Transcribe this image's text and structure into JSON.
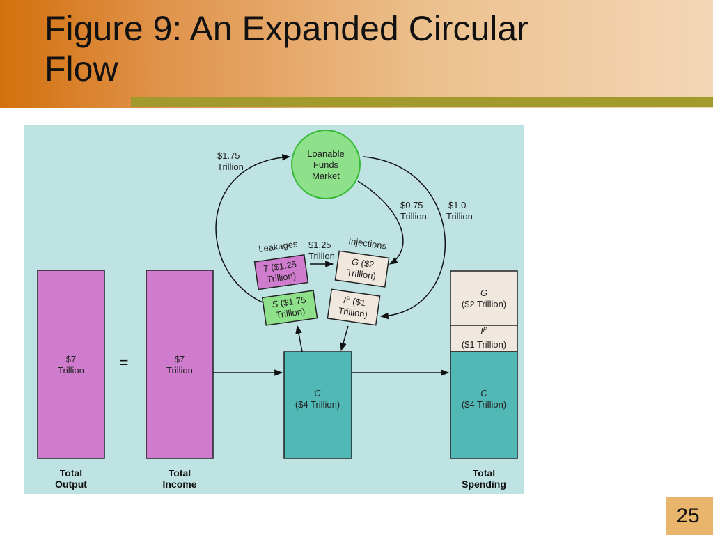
{
  "slide": {
    "title_line1": "Figure 9:  An Expanded Circular",
    "title_line2": "Flow",
    "page_number": "25"
  },
  "colors": {
    "background": "#bfe3e3",
    "income_bars": "#cf7ccf",
    "consumption": "#52b8b5",
    "taxes": "#cf7ccf",
    "savings": "#8fe08a",
    "loanable_funds": "#8fe08a",
    "injections": "#f0e7df"
  },
  "diagram": {
    "total_output_value": "$7",
    "total_output_unit": "Trillion",
    "total_output_label_1": "Total",
    "total_output_label_2": "Output",
    "equals": "=",
    "total_income_value": "$7",
    "total_income_unit": "Trillion",
    "total_income_label_1": "Total",
    "total_income_label_2": "Income",
    "consumption_letter": "C",
    "consumption_amount": "($4 Trillion)",
    "spending_g_letter": "G",
    "spending_g_amount": "($2 Trillion)",
    "spending_ip_letter": "I",
    "spending_ip_sup": "P",
    "spending_ip_amount": "($1 Trillion)",
    "spending_c_letter": "C",
    "spending_c_amount": "($4 Trillion)",
    "total_spending_label_1": "Total",
    "total_spending_label_2": "Spending",
    "loanable_line1": "Loanable",
    "loanable_line2": "Funds",
    "loanable_line3": "Market",
    "flow_savings_value": "$1.75",
    "flow_savings_unit": "Trillion",
    "flow_gov_borrow_value": "$0.75",
    "flow_gov_borrow_unit": "Trillion",
    "flow_investment_value": "$1.0",
    "flow_investment_unit": "Trillion",
    "flow_tax_value": "$1.25",
    "flow_tax_unit": "Trillion",
    "leakages_label": "Leakages",
    "injections_label": "Injections",
    "taxes_letter": "T",
    "taxes_line1_rest": " ($1.25",
    "taxes_line2": "Trillion)",
    "savings_letter": "S",
    "savings_line1_rest": " ($1.75",
    "savings_line2": "Trillion)",
    "gov_letter": "G",
    "gov_line1_rest": " ($2",
    "gov_line2": "Trillion)",
    "inv_letter": "I",
    "inv_sup": "P",
    "inv_line1_rest": " ($1",
    "inv_line2": "Trillion)"
  }
}
